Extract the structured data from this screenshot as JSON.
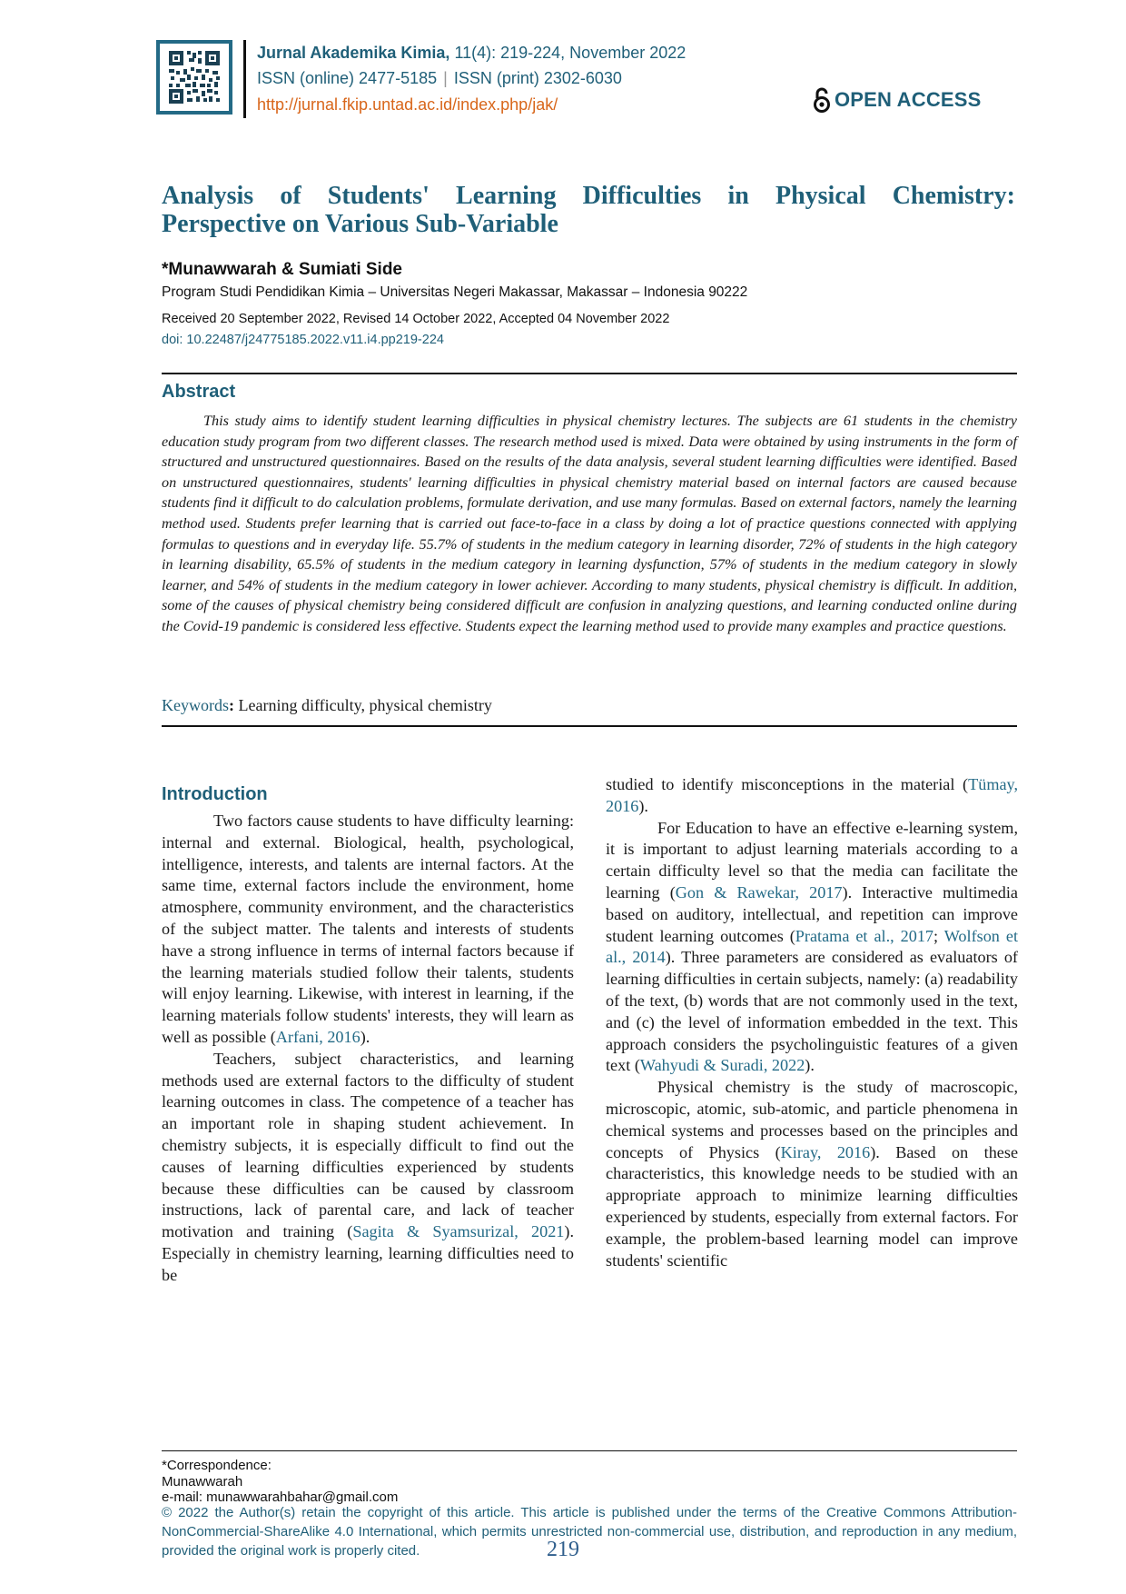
{
  "header": {
    "journal_name": "Jurnal Akademika Kimia,",
    "journal_issue": " 11(4): 219-224, November 2022",
    "issn_online": "ISSN (online) 2477-5185",
    "issn_separator": "|",
    "issn_print": "ISSN (print) 2302-6030",
    "url": "http://jurnal.fkip.untad.ac.id/index.php/jak/",
    "open_access_label": "OPEN ACCESS",
    "icons": {
      "qr": "qr-code-icon",
      "open_access": "open-lock-icon"
    }
  },
  "article": {
    "title_line1": "Analysis of Students' Learning Difficulties in Physical Chemistry:",
    "title_line2": "Perspective on Various Sub-Variable",
    "authors": "*Munawwarah & Sumiati Side",
    "affiliation": "Program Studi Pendidikan Kimia – Universitas Negeri Makassar, Makassar – Indonesia 90222",
    "received": "Received 20 September 2022, Revised 14 October 2022, Accepted 04 November 2022",
    "doi": "doi: 10.22487/j24775185.2022.v11.i4.pp219-224"
  },
  "abstract": {
    "heading": "Abstract",
    "text": "This study aims to identify student learning difficulties in physical chemistry lectures. The subjects are 61 students in the chemistry education study program from two different classes. The research method used is mixed. Data were obtained by using instruments in the form of structured and unstructured questionnaires. Based on the results of the data analysis, several student learning difficulties were identified. Based on unstructured questionnaires, students' learning difficulties in physical chemistry material based on internal factors are caused because students find it difficult to do calculation problems, formulate derivation, and use many formulas. Based on external factors, namely the learning method used. Students prefer learning that is carried out face-to-face in a class by doing a lot of practice questions connected with applying formulas to questions and in everyday life. 55.7% of students in the medium category in learning disorder, 72% of students in the high category in learning disability, 65.5% of students in the medium category in learning dysfunction, 57% of students in the medium category in slowly learner, and 54% of students in the medium category in lower achiever. According to many students, physical chemistry is difficult. In addition, some of the causes of physical chemistry being considered difficult are confusion in analyzing questions, and learning conducted online during the Covid-19 pandemic is considered less effective. Students expect the learning method used to provide many examples and practice questions.",
    "keywords_label": "Keywords",
    "keywords_colon": ":",
    "keywords": " Learning difficulty, physical chemistry"
  },
  "introduction": {
    "heading": "Introduction",
    "p1": {
      "text": "Two factors cause students to have difficulty learning: internal and external. Biological, health, psychological, intelligence, interests, and talents are internal factors. At the same time, external factors include the environment, home atmosphere, community environment, and the characteristics of the subject matter. The talents and interests of students have a strong influence in terms of internal factors because if the learning materials studied follow their talents, students will enjoy learning. Likewise, with interest in learning, if the learning materials follow students' interests, they will learn as well as possible (",
      "cite": "Arfani, 2016",
      "after": ")."
    },
    "p2": {
      "text": "Teachers, subject characteristics, and learning methods used are external factors to the difficulty of student learning outcomes in class. The competence of a teacher has an important role in shaping student achievement. In chemistry subjects, it is especially difficult to find out the causes of learning difficulties experienced by students because these difficulties can be caused by classroom instructions, lack of parental care, and lack of teacher motivation and training (",
      "cite": "Sagita & Syamsurizal, 2021",
      "after": "). Especially in chemistry learning, learning difficulties need to be"
    },
    "p3": {
      "text": "studied to identify misconceptions in the material (",
      "cite": "Tümay, 2016",
      "after": ")."
    },
    "p4": {
      "text": "For Education to have an effective e-learning system, it is important to adjust learning materials according to a certain difficulty level so that the media can facilitate the learning (",
      "cite1": "Gon & Rawekar, 2017",
      "mid1": "). Interactive multimedia based on auditory, intellectual, and repetition can improve student learning outcomes (",
      "cite2": "Pratama et al., 2017",
      "mid2": "; ",
      "cite3": "Wolfson et al., 2014",
      "mid3": "). Three parameters are considered as evaluators of learning difficulties in certain subjects, namely: (a) readability of the text, (b) words that are not commonly used in the text, and (c) the level of information embedded in the text. This approach considers the psycholinguistic features of a given text (",
      "cite4": "Wahyudi & Suradi, 2022",
      "after": ")."
    },
    "p5": {
      "text": "Physical chemistry is the study of macroscopic, microscopic, atomic, sub-atomic, and particle phenomena in chemical systems and processes based on the principles and concepts of Physics (",
      "cite": "Kiray, 2016",
      "after": "). Based on these characteristics, this knowledge needs to be studied with an appropriate approach to minimize learning difficulties experienced by students, especially from external factors. For example, the problem-based learning model can improve students' scientific"
    }
  },
  "footer": {
    "correspondence_label": "*Correspondence:",
    "correspondence_name": "Munawwarah",
    "correspondence_email": "e-mail: munawwarahbahar@gmail.com",
    "license": "© 2022 the Author(s) retain the copyright of this article. This article is published under the terms of the Creative Commons Attribution-NonCommercial-ShareAlike 4.0 International, which permits unrestricted non-commercial use, distribution, and reproduction in any medium, provided the original work is properly cited.",
    "page_number": "219"
  },
  "colors": {
    "accent_teal": "#1f5f78",
    "url_orange": "#d8661a",
    "page_number_blue": "#2f5e8c",
    "text": "#1a1a1a"
  }
}
